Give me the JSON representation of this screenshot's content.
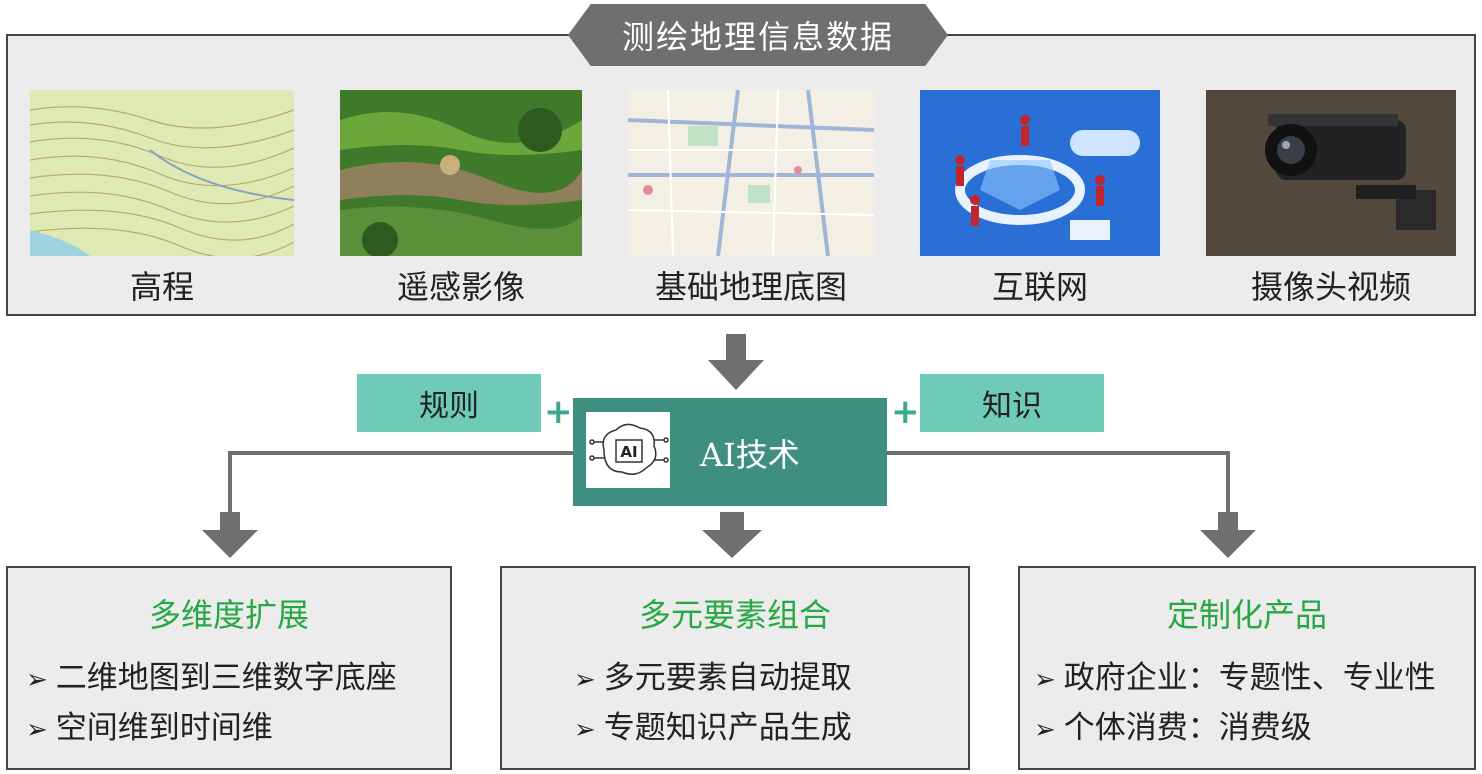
{
  "header": {
    "title": "测绘地理信息数据"
  },
  "sources": [
    {
      "label": "高程",
      "icon": "contour-map-image"
    },
    {
      "label": "遥感影像",
      "icon": "satellite-image"
    },
    {
      "label": "基础地理底图",
      "icon": "street-map-image"
    },
    {
      "label": "互联网",
      "icon": "internet-illustration"
    },
    {
      "label": "摄像头视频",
      "icon": "security-camera-image"
    }
  ],
  "core": {
    "left_input": "规则",
    "right_input": "知识",
    "plus": "+",
    "label": "AI技术",
    "icon_text": "AI"
  },
  "outputs": [
    {
      "title": "多维度扩展",
      "items": [
        "二维地图到三维数字底座",
        "空间维到时间维"
      ]
    },
    {
      "title": "多元要素组合",
      "items": [
        "多元要素自动提取",
        "专题知识产品生成"
      ]
    },
    {
      "title": "定制化产品",
      "items": [
        "政府企业：专题性、专业性",
        "个体消费：消费级"
      ]
    }
  ],
  "colors": {
    "header_bg": "#6f6f70",
    "teal_light": "#6fcbb8",
    "teal_dark": "#3e8f7f",
    "title_green": "#28a745",
    "arrow": "#6f6f70"
  }
}
